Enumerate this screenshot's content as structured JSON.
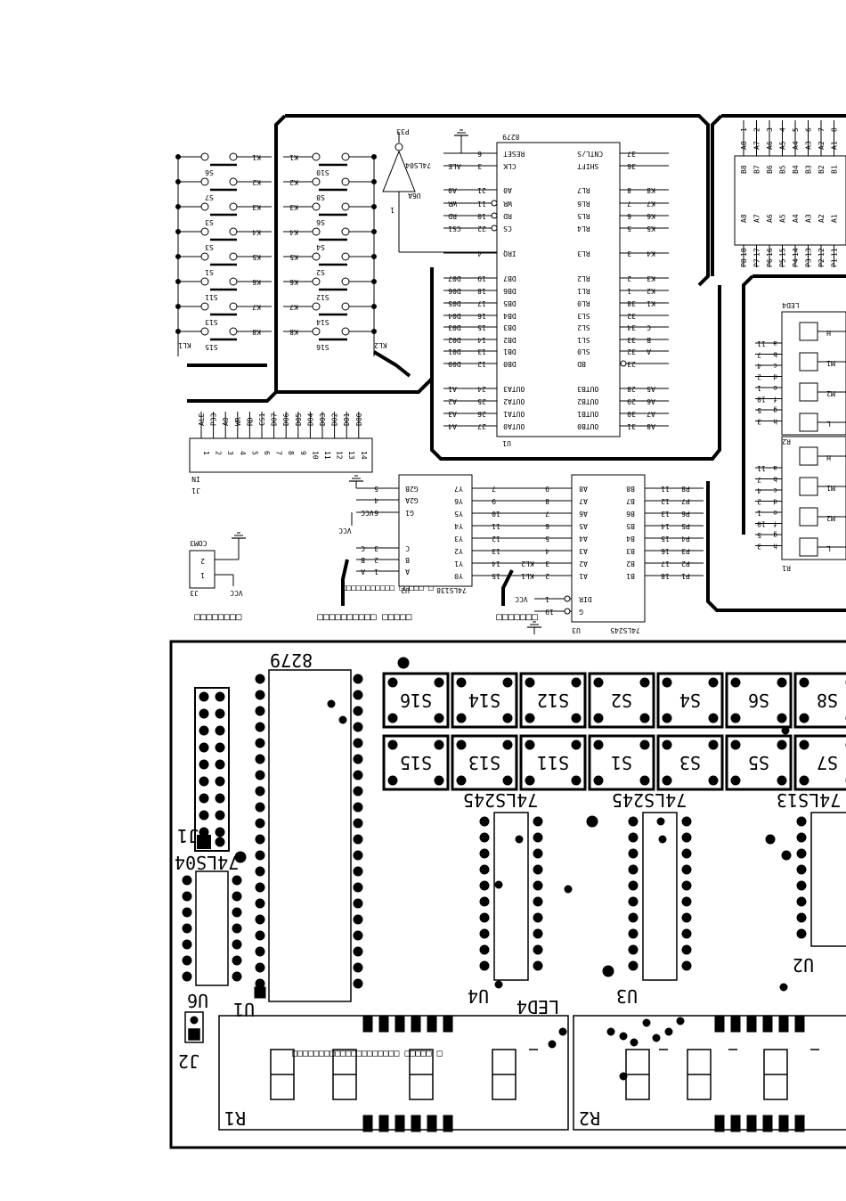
{
  "schematic": {
    "u1": {
      "chip": "8279",
      "designator": "U1",
      "left_pins": [
        {
          "num": "6",
          "name": "RESET"
        },
        {
          "num": "3",
          "name": "CLK"
        },
        {
          "num": "21",
          "name": "A0"
        },
        {
          "num": "11",
          "name": "WR"
        },
        {
          "num": "10",
          "name": "RD"
        },
        {
          "num": "22",
          "name": "CS"
        },
        {
          "num": "4",
          "name": "IRQ"
        },
        {
          "num": "19",
          "name": "DB7"
        },
        {
          "num": "18",
          "name": "DB6"
        },
        {
          "num": "17",
          "name": "DB5"
        },
        {
          "num": "16",
          "name": "DB4"
        },
        {
          "num": "15",
          "name": "DB3"
        },
        {
          "num": "14",
          "name": "DB2"
        },
        {
          "num": "13",
          "name": "DB1"
        },
        {
          "num": "12",
          "name": "DB0"
        },
        {
          "num": "24",
          "name": "OUTA3"
        },
        {
          "num": "25",
          "name": "OUTA2"
        },
        {
          "num": "26",
          "name": "OUTA1"
        },
        {
          "num": "27",
          "name": "OUTA0"
        }
      ],
      "right_pins": [
        {
          "num": "37",
          "name": "CNTL/S"
        },
        {
          "num": "36",
          "name": "SHIFT"
        },
        {
          "num": "8",
          "name": "RL7"
        },
        {
          "num": "7",
          "name": "RL6"
        },
        {
          "num": "6",
          "name": "RL5"
        },
        {
          "num": "5",
          "name": "RL4"
        },
        {
          "num": "3",
          "name": "RL3"
        },
        {
          "num": "2",
          "name": "RL2"
        },
        {
          "num": "1",
          "name": "RL1"
        },
        {
          "num": "38",
          "name": "RL0"
        },
        {
          "num": "32",
          "name": "SL3"
        },
        {
          "num": "34",
          "name": "SL2"
        },
        {
          "num": "33",
          "name": "SL1"
        },
        {
          "num": "32",
          "name": "SL0"
        },
        {
          "num": "23",
          "name": "BD"
        },
        {
          "num": "28",
          "name": "OUTB3"
        },
        {
          "num": "29",
          "name": "OUTB2"
        },
        {
          "num": "30",
          "name": "OUTB1"
        },
        {
          "num": "31",
          "name": "OUTB0"
        }
      ],
      "left_nets": [
        "",
        "ALE",
        "A0",
        "WR",
        "RD",
        "CS1",
        "",
        "D07",
        "D06",
        "D05",
        "D04",
        "D03",
        "D02",
        "D01",
        "D00",
        "A1",
        "A2",
        "A3",
        "A4"
      ],
      "right_nets": [
        "",
        "",
        "K8",
        "K7",
        "K6",
        "K5",
        "K4",
        "K3",
        "K2",
        "K1",
        "",
        "C",
        "B",
        "A",
        "",
        "A5",
        "A6",
        "A7",
        "A8"
      ]
    },
    "u6": {
      "chip": "74LS04",
      "designator": "U6A",
      "pin_top": "P33",
      "pin_bottom": "1"
    },
    "keypad": {
      "left_col_keys": [
        "S6",
        "S7",
        "S3",
        "S3",
        "S1",
        "S11",
        "S13",
        "S15"
      ],
      "left_col_nets": [
        "K1",
        "K2",
        "K3",
        "K4",
        "K5",
        "K6",
        "K7",
        "K8"
      ],
      "right_col_keys": [
        "S10",
        "S8",
        "S6",
        "S4",
        "S2",
        "S12",
        "S14",
        "S16"
      ],
      "right_col_nets": [
        "K1",
        "K2",
        "K3",
        "K4",
        "K5",
        "K6",
        "K7",
        "K8"
      ],
      "row_label_left": "KL1",
      "row_label_right": "KL2"
    },
    "j1": {
      "designator": "J1",
      "label": "IN",
      "nets": [
        "ALE",
        "P33",
        "A0",
        "WR",
        "RD",
        "CS1",
        "D07",
        "D06",
        "D05",
        "D04",
        "D03",
        "D02",
        "D01",
        "D00"
      ],
      "pins": [
        "1",
        "2",
        "3",
        "4",
        "5",
        "6",
        "7",
        "8",
        "9",
        "10",
        "11",
        "12",
        "13",
        "14"
      ]
    },
    "u2": {
      "chip": "74LS138",
      "designator": "U2",
      "inputs": [
        {
          "num": "5",
          "name": "G2B"
        },
        {
          "num": "4",
          "name": "G2A"
        },
        {
          "num": "6",
          "name": "G1"
        },
        {
          "num": "3",
          "name": "C"
        },
        {
          "num": "2",
          "name": "B"
        },
        {
          "num": "1",
          "name": "A"
        }
      ],
      "outputs": [
        {
          "num": "7",
          "name": "Y7"
        },
        {
          "num": "9",
          "name": "Y6"
        },
        {
          "num": "10",
          "name": "Y5"
        },
        {
          "num": "11",
          "name": "Y4"
        },
        {
          "num": "12",
          "name": "Y3"
        },
        {
          "num": "13",
          "name": "Y2"
        },
        {
          "num": "14",
          "name": "Y1"
        },
        {
          "num": "15",
          "name": "Y0"
        }
      ],
      "input_nets": [
        "",
        "",
        "VCC",
        "C",
        "B",
        "A"
      ]
    },
    "u3": {
      "chip": "74LS245",
      "designator": "U3",
      "a_pins": [
        {
          "num": "9",
          "name": "A8"
        },
        {
          "num": "8",
          "name": "A7"
        },
        {
          "num": "7",
          "name": "A6"
        },
        {
          "num": "6",
          "name": "A5"
        },
        {
          "num": "5",
          "name": "A4"
        },
        {
          "num": "4",
          "name": "A3"
        },
        {
          "num": "3",
          "name": "A2"
        },
        {
          "num": "2",
          "name": "A1"
        }
      ],
      "b_pins": [
        {
          "num": "11",
          "name": "B8"
        },
        {
          "num": "12",
          "name": "B7"
        },
        {
          "num": "13",
          "name": "B6"
        },
        {
          "num": "14",
          "name": "B5"
        },
        {
          "num": "15",
          "name": "B4"
        },
        {
          "num": "16",
          "name": "B3"
        },
        {
          "num": "17",
          "name": "B2"
        },
        {
          "num": "18",
          "name": "B1"
        }
      ],
      "b_nets": [
        "P8",
        "P7",
        "P6",
        "P5",
        "P4",
        "P3",
        "P2",
        "P1"
      ],
      "ctrl": [
        {
          "num": "1",
          "name": "DIR"
        },
        {
          "num": "19",
          "name": "G"
        }
      ],
      "a_nets": [
        "",
        "",
        "",
        "",
        "",
        "",
        "KL2",
        "KL1"
      ],
      "vcc": "VCC"
    },
    "j3": {
      "designator": "J3",
      "label": "COM3",
      "pins": [
        "2",
        "1"
      ],
      "net": "VCC"
    },
    "u4_top": {
      "pin_labels": [
        "1",
        "2",
        "3",
        "4",
        "5",
        "6",
        "7",
        "8",
        "9",
        "10",
        "11",
        "12",
        "13",
        "14",
        "15",
        "16",
        "17",
        "18"
      ],
      "top_labels": [
        "A8",
        "A7",
        "A6",
        "A5",
        "A4",
        "A3",
        "A2",
        "A1"
      ],
      "bottom_labels": [
        "B8",
        "B7",
        "B6",
        "B5",
        "B4",
        "B3",
        "B2",
        "B1"
      ],
      "right_nets": [
        "P8",
        "P7",
        "P6",
        "P5",
        "P4",
        "P3",
        "P2",
        "P1"
      ]
    },
    "led_block": {
      "designator": "LED4",
      "designator2": "R1",
      "designator3": "R2",
      "side_labels": [
        "H",
        "M1",
        "M2",
        "L"
      ],
      "pins": [
        "11",
        "7",
        "4",
        "2",
        "1",
        "10",
        "5",
        "3"
      ],
      "seg": [
        "a",
        "b",
        "c",
        "d",
        "e",
        "f",
        "g",
        "h"
      ]
    }
  },
  "pcb": {
    "u1_label": "8279",
    "u1_des": "U1",
    "u6_label": "74LS04",
    "u6_des": "U6",
    "j1": "J1",
    "j2": "J2",
    "row1_keys": [
      "S16",
      "S14",
      "S12",
      "S2",
      "S4",
      "S6",
      "S8"
    ],
    "row2_keys": [
      "S15",
      "S13",
      "S11",
      "S1",
      "S3",
      "S5",
      "S7"
    ],
    "chip_a": "74LS245",
    "chip_a_des": "U4",
    "chip_b": "74LS245",
    "chip_b_des": "U3",
    "chip_c": "74LS13",
    "chip_c_des": "U2",
    "led_des": "LED4",
    "r1": "R1",
    "r2": "R2"
  },
  "captions": {
    "c1": "□□□□□□□□",
    "c2": "□□□□□ □□□□□□□□□□",
    "c3": "□□□□□□□",
    "c4": "□ □□□□□ □□□□□□□□□□□",
    "c5": "□ □□□□□ □□□□□□□□□□□□□□□□□□□□"
  }
}
